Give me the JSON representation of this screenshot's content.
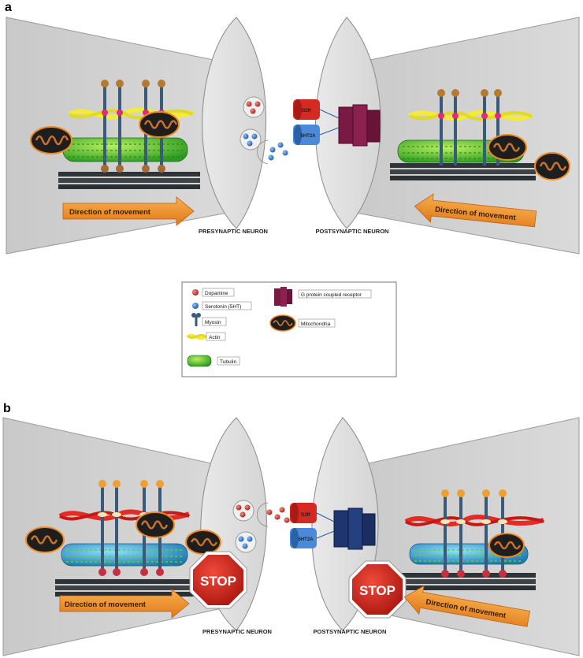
{
  "panels": {
    "a": {
      "letter": "a",
      "presynaptic_label": "PRESYNAPTIC NEURON",
      "postsynaptic_label": "POSTSYNAPTIC NEURON",
      "arrow_left": "Direction of  movement",
      "arrow_right": "Direction of movement",
      "receptor_top": "D2R",
      "receptor_bottom": "5HT2A"
    },
    "b": {
      "letter": "b",
      "presynaptic_label": "PRESYNAPTIC NEURON",
      "postsynaptic_label": "POSTSYNAPTIC NEURON",
      "arrow_left": "Direction of  movement",
      "arrow_right": "Direction of  movement",
      "receptor_top": "D2R",
      "receptor_bottom": "5HT2A",
      "stop_left": "STOP",
      "stop_right": "STOP"
    }
  },
  "legend": {
    "items": [
      {
        "label": "Dopamine",
        "icon": "dopamine-icon"
      },
      {
        "label": "Serotonin (5HT)",
        "icon": "serotonin-icon"
      },
      {
        "label": "Myosin",
        "icon": "myosin-icon"
      },
      {
        "label": "Actin",
        "icon": "actin-icon"
      },
      {
        "label": "Tubulin",
        "icon": "tubulin-icon"
      },
      {
        "label": "G protein  coupled receptor",
        "icon": "gpcr-icon"
      },
      {
        "label": "Mitochondria",
        "icon": "mitochondria-icon"
      }
    ]
  },
  "colors": {
    "dopamine": "#c0302a",
    "serotonin": "#2f73c6",
    "gpcr_a": "#7a1a44",
    "gpcr_b": "#1e3670",
    "arrow": "#f0952a",
    "stop": "#c8241c",
    "actin_a": "#f3ea3a",
    "actin_b": "#e52b26",
    "axon": "#cfcfcf",
    "terminal": "#e4e4e4"
  }
}
